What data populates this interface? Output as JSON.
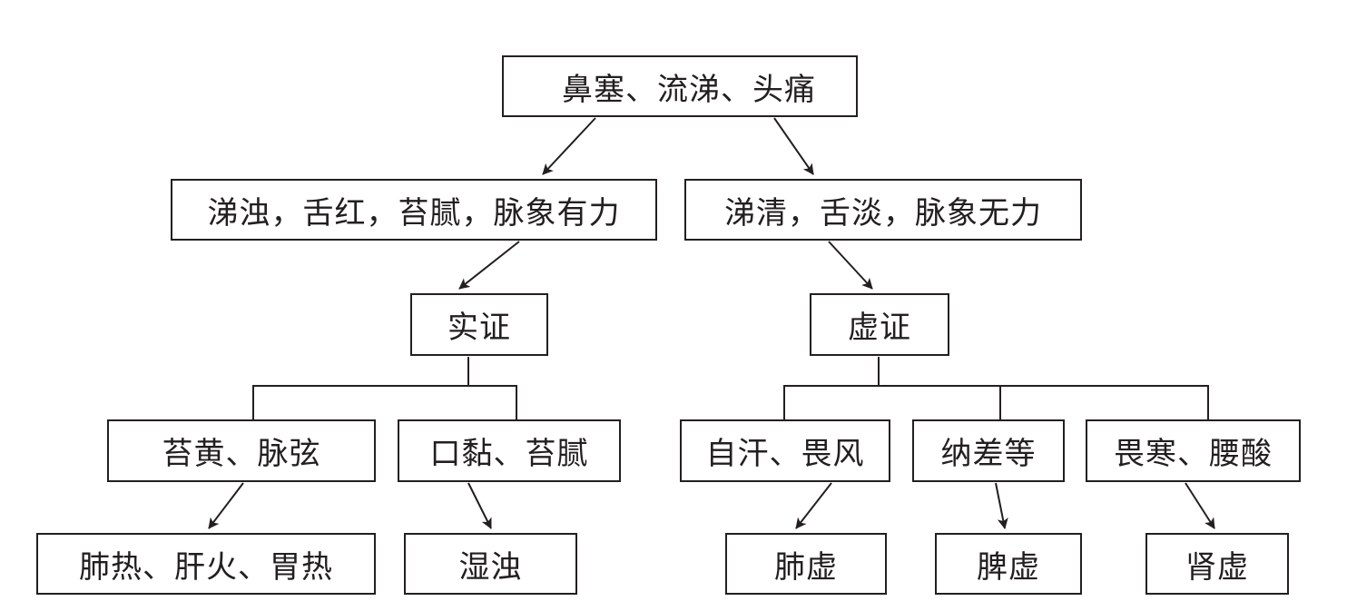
{
  "diagram": {
    "root": "鼻塞、流涕、头痛",
    "left_symptoms": "涕浊，舌红，苔腻，脉象有力",
    "right_symptoms": "涕清，舌淡，脉象无力",
    "left_syndrome": "实证",
    "right_syndrome": "虚证",
    "left_sub": [
      {
        "sign": "苔黄、脉弦",
        "result": "肺热、肝火、胃热"
      },
      {
        "sign": "口黏、苔腻",
        "result": "湿浊"
      }
    ],
    "right_sub": [
      {
        "sign": "自汗、畏风",
        "result": "肺虚"
      },
      {
        "sign": "纳差等",
        "result": "脾虚"
      },
      {
        "sign": "畏寒、腰酸",
        "result": "肾虚"
      }
    ]
  },
  "colors": {
    "line": "#231f20",
    "text": "#231f20",
    "background": "#ffffff"
  }
}
